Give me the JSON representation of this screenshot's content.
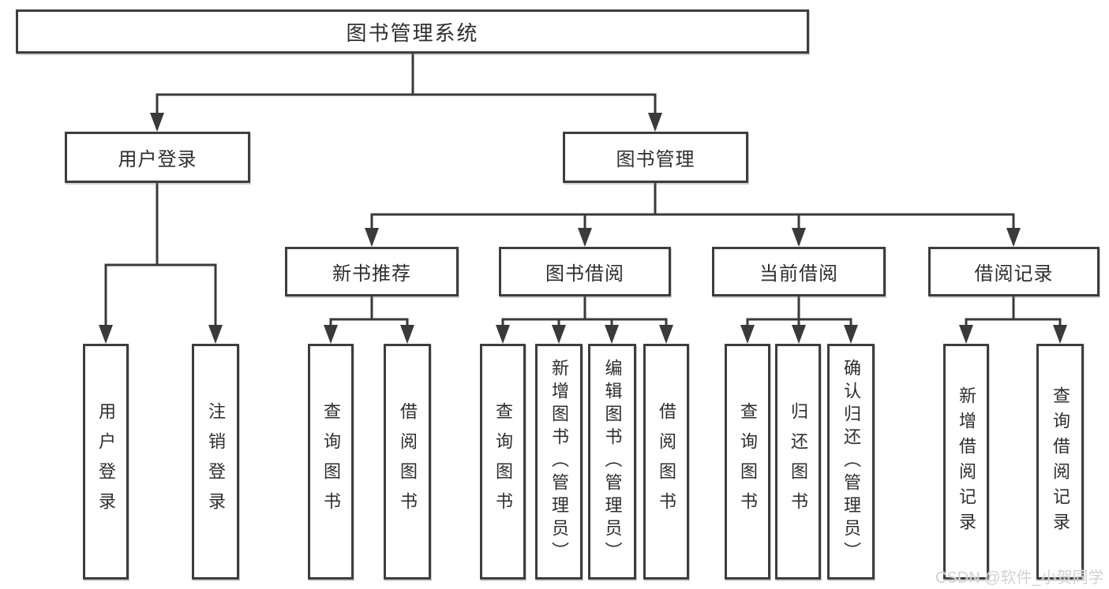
{
  "tree": {
    "label": "图书管理系统",
    "children": [
      {
        "label": "用户登录",
        "children": [
          {
            "label": "用户登录"
          },
          {
            "label": "注销登录"
          }
        ]
      },
      {
        "label": "图书管理",
        "children": [
          {
            "label": "新书推荐",
            "children": [
              {
                "label": "查询图书"
              },
              {
                "label": "借阅图书"
              }
            ]
          },
          {
            "label": "图书借阅",
            "children": [
              {
                "label": "查询图书"
              },
              {
                "label": "新增图书（管理员）"
              },
              {
                "label": "编辑图书（管理员）"
              },
              {
                "label": "借阅图书"
              }
            ]
          },
          {
            "label": "当前借阅",
            "children": [
              {
                "label": "查询图书"
              },
              {
                "label": "归还图书"
              },
              {
                "label": "确认归还（管理员）"
              }
            ]
          },
          {
            "label": "借阅记录",
            "children": [
              {
                "label": "新增借阅记录"
              },
              {
                "label": "查询借阅记录"
              }
            ]
          }
        ]
      }
    ]
  },
  "watermark": {
    "text": "CSDN @软件_小贺同学"
  },
  "colors": {
    "line": "#3a3a3a",
    "box_border": "#3d3d3d",
    "box_background": "#ffffff",
    "text": "#2e2e2e",
    "watermark": "#d2d2d2"
  }
}
